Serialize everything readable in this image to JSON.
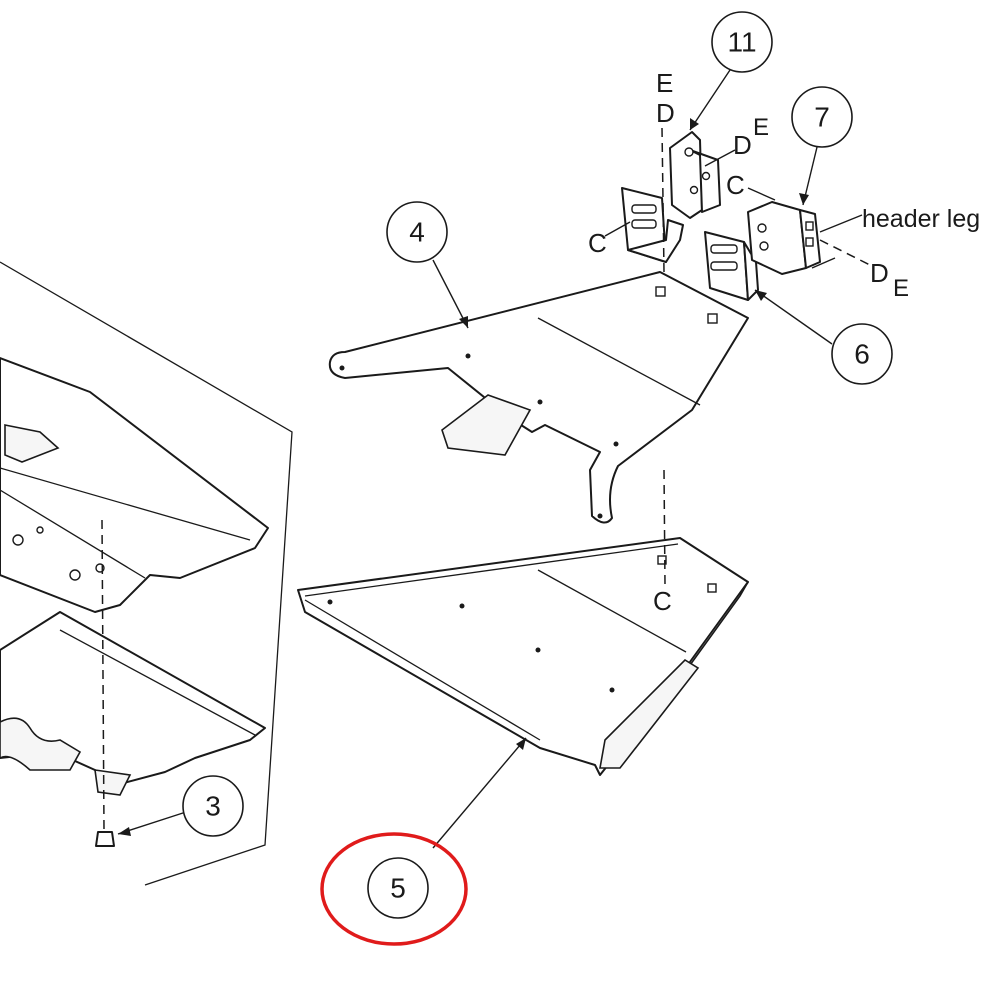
{
  "callouts": {
    "c3": "3",
    "c4": "4",
    "c5": "5",
    "c6": "6",
    "c7": "7",
    "c11": "11"
  },
  "refs": {
    "e_top": "E",
    "d_top": "D",
    "d_right": "D",
    "e_right": "E",
    "c_bracket": "C",
    "c_left": "C",
    "c_mid": "C",
    "d_lower": "D",
    "e_lower": "E"
  },
  "notes": {
    "header_leg": "header leg"
  },
  "highlight": {
    "color": "#e01b1b",
    "target": "5"
  }
}
